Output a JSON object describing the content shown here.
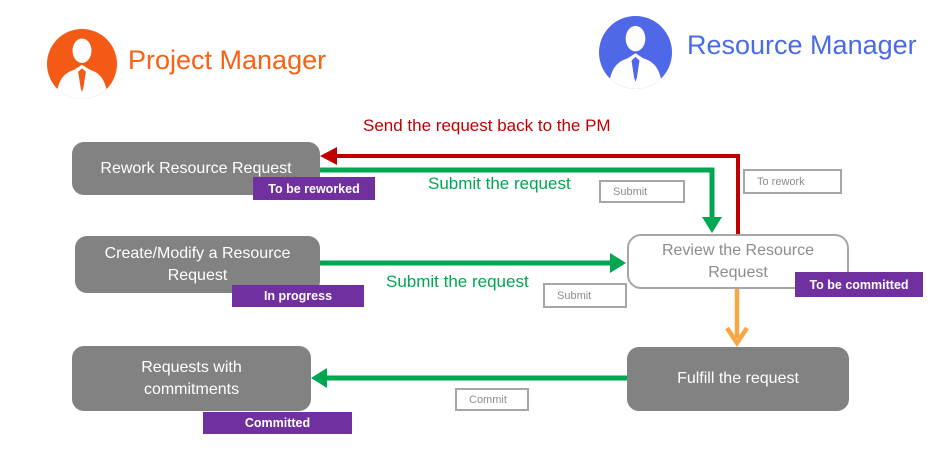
{
  "colors": {
    "pm-accent": "#F25A16",
    "pm-text": "#FA6115",
    "rm-accent": "#4F68E8",
    "rm-text": "#4A6BE8",
    "box-gray": "#828282",
    "purple": "#7030A0",
    "green": "#00A651",
    "red": "#C00000",
    "orange": "#F5A742",
    "button-border": "#A6A6A6",
    "button-text": "#8C8C8C",
    "review-text": "#8C8C8C"
  },
  "actors": {
    "project_manager": {
      "label": "Project Manager",
      "icon": "businessman-avatar"
    },
    "resource_manager": {
      "label": "Resource Manager",
      "icon": "businessman-avatar"
    }
  },
  "nodes": {
    "rework": {
      "label": "Rework Resource Request",
      "status": "To be reworked"
    },
    "create": {
      "label": "Create/Modify a Resource Request",
      "status": "In progress"
    },
    "commitments": {
      "label": "Requests with commitments",
      "status": "Committed"
    },
    "review": {
      "label": "Review the Resource Request",
      "status": "To be committed"
    },
    "fulfill": {
      "label": "Fulfill the request"
    }
  },
  "edges": {
    "send_back": {
      "label": "Send the request back to the PM",
      "color": "red"
    },
    "submit_from_rework": {
      "label": "Submit the request",
      "button_label": "Submit",
      "color": "green"
    },
    "submit_from_create": {
      "label": "Submit the request",
      "button_label": "Submit",
      "color": "green"
    },
    "fulfill": {
      "color": "orange"
    },
    "commit": {
      "button_label": "Commit",
      "color": "green"
    }
  },
  "buttons": {
    "to_rework_label": "To rework"
  }
}
